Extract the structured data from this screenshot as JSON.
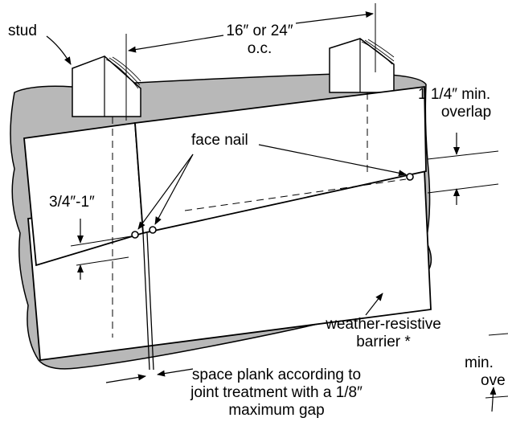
{
  "labels": {
    "stud": "stud",
    "spacing_line1": "16″ or 24″",
    "spacing_line2": "o.c.",
    "overlap_line1": "1 1/4″ min.",
    "overlap_line2": "overlap",
    "face_nail": "face nail",
    "edge_distance": "3/4″-1″",
    "barrier_line1": "weather-resistive",
    "barrier_line2": "barrier *",
    "gap_line1": "space plank according to",
    "gap_line2": "joint treatment with a 1/8″",
    "gap_line3": "maximum gap",
    "partial_line1": "min.",
    "partial_line2": "ove"
  }
}
